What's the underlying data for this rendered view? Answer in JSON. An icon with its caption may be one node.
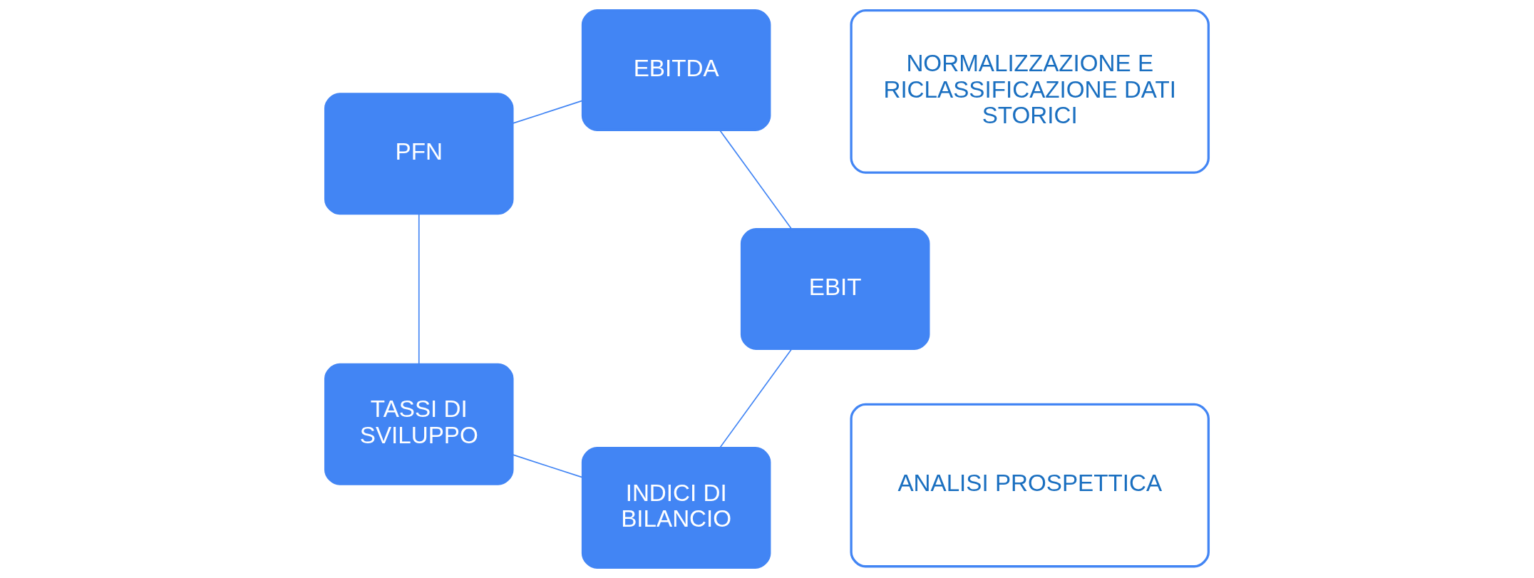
{
  "diagram": {
    "nodes": [
      {
        "text": [
          "INDICI DI BILANCIO"
        ]
      },
      {
        "text": [
          "NORMALIZZAZIONE E RICLASSIFICAZIONE DATI STORICI"
        ]
      },
      {
        "text": [
          "EBIT"
        ]
      },
      {
        "text": [
          "TASSI DI SVILUPPO"
        ]
      },
      {
        "text": [
          "ANALISI PROSPETTICA"
        ]
      },
      {
        "text": [
          "EBITDA"
        ]
      },
      {
        "text": [
          "PFN"
        ]
      }
    ],
    "edges": [
      {
        "from": 0,
        "to": 3,
        "arrow": "none"
      },
      {
        "from": 3,
        "to": 6,
        "arrow": "none"
      },
      {
        "from": 6,
        "to": 5,
        "arrow": "none"
      },
      {
        "from": 5,
        "to": 2,
        "arrow": "none"
      },
      {
        "from": 2,
        "to": 0,
        "arrow": "none"
      }
    ]
  }
}
